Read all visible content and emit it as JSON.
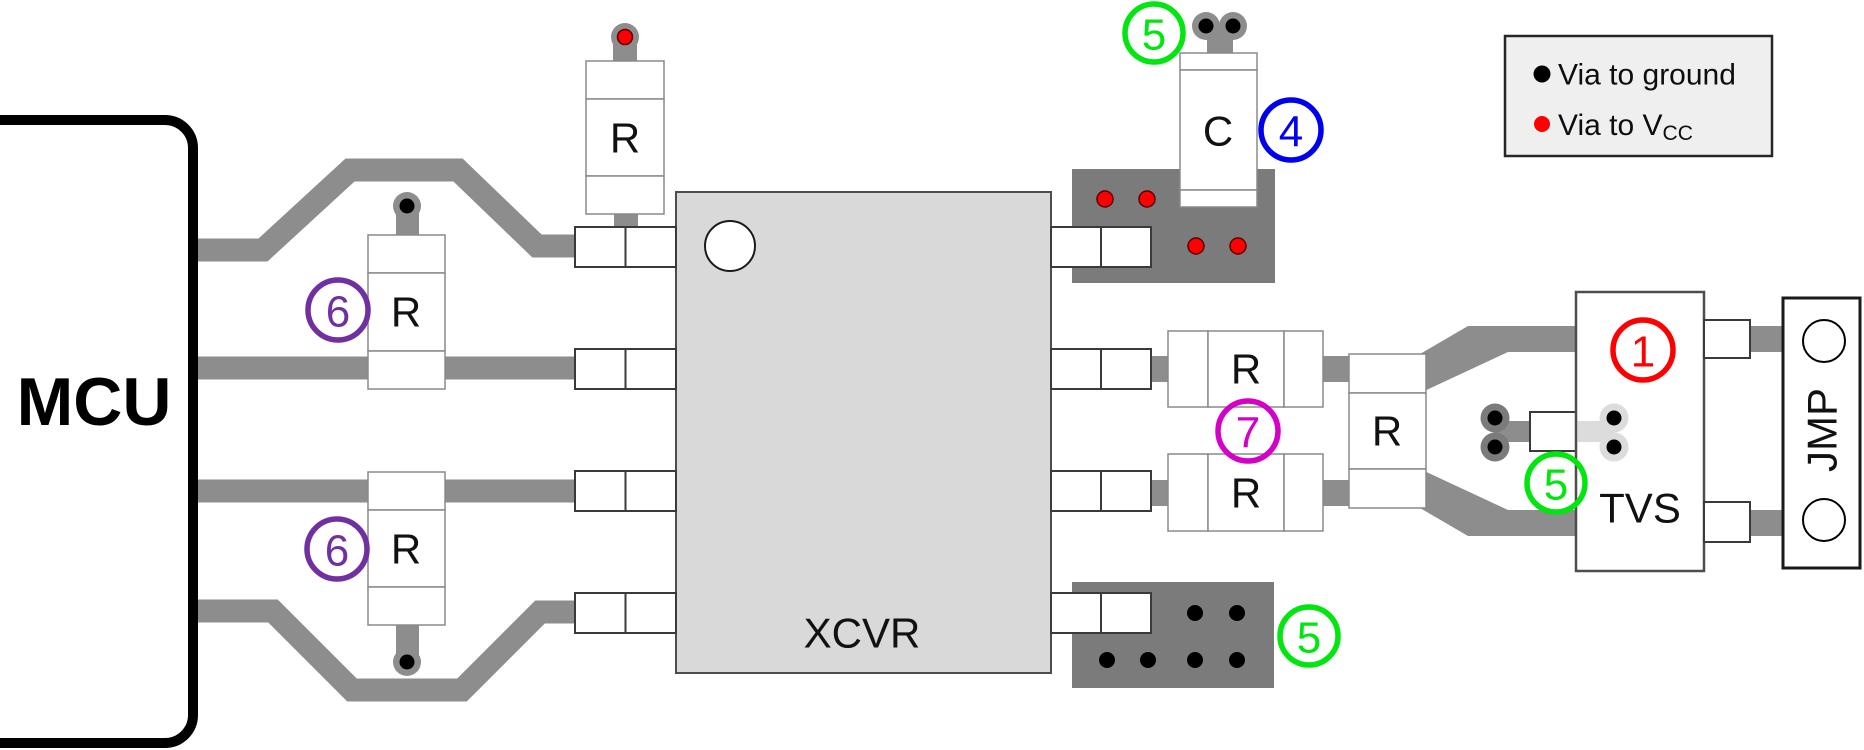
{
  "components": {
    "mcu": "MCU",
    "xcvr": "XCVR",
    "resistor": "R",
    "capacitor": "C",
    "tvs": "TVS",
    "jumper": "JMP"
  },
  "callouts": {
    "one": {
      "label": "1",
      "color": "#ff0000"
    },
    "four": {
      "label": "4",
      "color": "#0000f0"
    },
    "five": {
      "label": "5",
      "color": "#00e60e"
    },
    "six": {
      "label": "6",
      "color": "#7030a0"
    },
    "seven": {
      "label": "7",
      "color": "#d400c8"
    }
  },
  "legend": {
    "items": [
      {
        "label": "Via to ground",
        "bullet_color": "#000000"
      },
      {
        "label_main": "Via to V",
        "label_sub": "CC",
        "bullet_color": "#ff0000"
      }
    ]
  },
  "colors": {
    "trace": "#8d8d8d",
    "plane": "#7b7b7b",
    "xcvr_fill": "#d9d9d9",
    "via_ground": "#000000",
    "via_vcc": "#ff0000"
  }
}
